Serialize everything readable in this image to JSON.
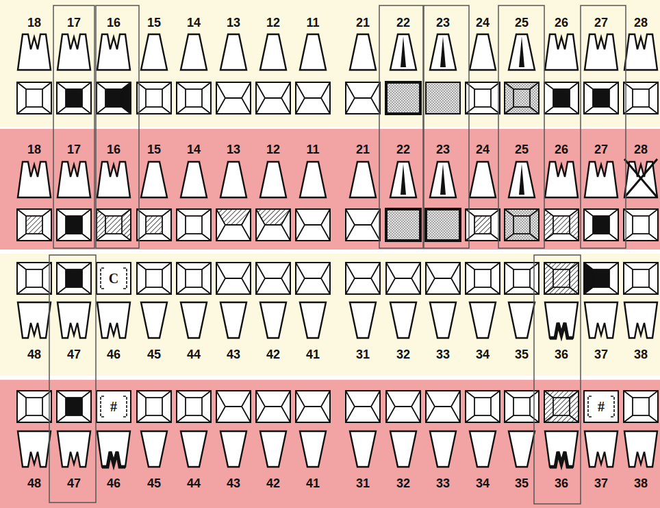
{
  "diagram": {
    "nodes": [
      {
        "text": [
          "C"
        ]
      },
      {
        "text": [
          "#"
        ]
      },
      {
        "text": [
          "#"
        ]
      }
    ],
    "labels": [
      "18",
      "17",
      "16",
      "15",
      "14",
      "13",
      "12",
      "11",
      "21",
      "22",
      "23",
      "24",
      "25",
      "26",
      "27",
      "28",
      "18",
      "17",
      "16",
      "15",
      "14",
      "13",
      "12",
      "11",
      "21",
      "22",
      "23",
      "24",
      "25",
      "26",
      "27",
      "28",
      "48",
      "47",
      "46",
      "45",
      "44",
      "43",
      "42",
      "41",
      "31",
      "32",
      "33",
      "34",
      "35",
      "36",
      "37",
      "38",
      "48",
      "47",
      "46",
      "45",
      "44",
      "43",
      "42",
      "41",
      "31",
      "32",
      "33",
      "34",
      "35",
      "36",
      "37",
      "38"
    ]
  }
}
